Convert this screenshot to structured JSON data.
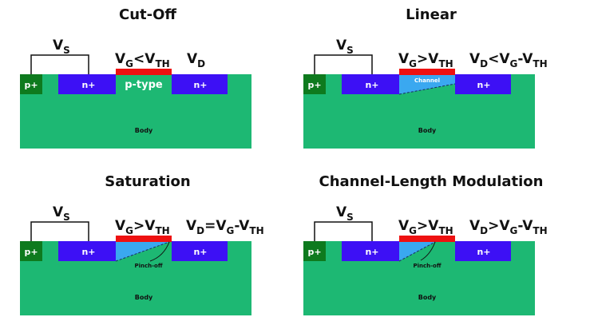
{
  "colors": {
    "body": "#1db873",
    "n_plus": "#3d10f5",
    "p_plus": "#0e7a1e",
    "gate": "#ee1111",
    "channel": "#3aa8f0",
    "wire": "#111111"
  },
  "panels": [
    {
      "title": "Cut-Off",
      "vs": {
        "main": "V",
        "sub": "S"
      },
      "vg": [
        [
          "V",
          ""
        ],
        [
          "G",
          "sub"
        ],
        [
          "<V",
          ""
        ],
        [
          "TH",
          "sub"
        ]
      ],
      "vd": [
        [
          "V",
          ""
        ],
        [
          "D",
          "sub"
        ]
      ],
      "p_plus": "p+",
      "source": "n+",
      "drain": "n+",
      "middle": "p-type",
      "body": "Body",
      "channel": "none"
    },
    {
      "title": "Linear",
      "vs": {
        "main": "V",
        "sub": "S"
      },
      "vg": [
        [
          "V",
          ""
        ],
        [
          "G",
          "sub"
        ],
        [
          ">V",
          ""
        ],
        [
          "TH",
          "sub"
        ]
      ],
      "vd": [
        [
          "V",
          ""
        ],
        [
          "D",
          "sub"
        ],
        [
          "<V",
          ""
        ],
        [
          "G",
          "sub"
        ],
        [
          "-V",
          ""
        ],
        [
          "TH",
          "sub"
        ]
      ],
      "p_plus": "p+",
      "source": "n+",
      "drain": "n+",
      "channel_label": "Channel",
      "body": "Body",
      "channel": "linear"
    },
    {
      "title": "Saturation",
      "vs": {
        "main": "V",
        "sub": "S"
      },
      "vg": [
        [
          "V",
          ""
        ],
        [
          "G",
          "sub"
        ],
        [
          ">V",
          ""
        ],
        [
          "TH",
          "sub"
        ]
      ],
      "vd": [
        [
          "V",
          ""
        ],
        [
          "D",
          "sub"
        ],
        [
          "=V",
          ""
        ],
        [
          "G",
          "sub"
        ],
        [
          "-V",
          ""
        ],
        [
          "TH",
          "sub"
        ]
      ],
      "p_plus": "p+",
      "source": "n+",
      "drain": "n+",
      "pinch_label": "Pinch-off",
      "body": "Body",
      "channel": "saturation"
    },
    {
      "title": "Channel-Length Modulation",
      "vs": {
        "main": "V",
        "sub": "S"
      },
      "vg": [
        [
          "V",
          ""
        ],
        [
          "G",
          "sub"
        ],
        [
          ">V",
          ""
        ],
        [
          "TH",
          "sub"
        ]
      ],
      "vd": [
        [
          "V",
          ""
        ],
        [
          "D",
          "sub"
        ],
        [
          ">V",
          ""
        ],
        [
          "G",
          "sub"
        ],
        [
          "-V",
          ""
        ],
        [
          "TH",
          "sub"
        ]
      ],
      "p_plus": "p+",
      "source": "n+",
      "drain": "n+",
      "pinch_label": "Pinch-off",
      "body": "Body",
      "channel": "clm"
    }
  ]
}
